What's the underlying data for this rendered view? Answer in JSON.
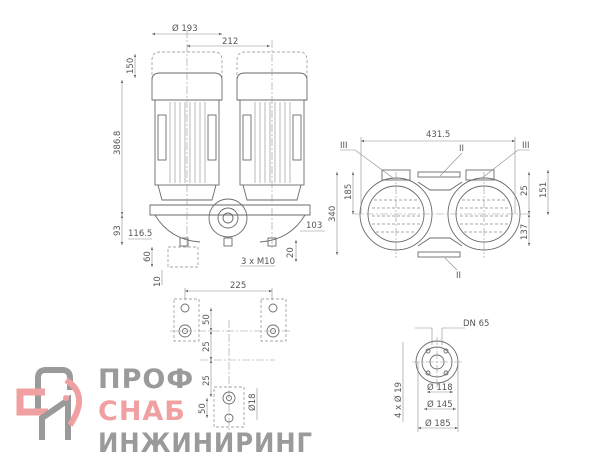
{
  "drawing": {
    "side_view": {
      "dims": {
        "motor_diameter": "Ø 193",
        "axis_distance": "212",
        "fan_height": "150",
        "motor_height": "386.8",
        "pump_height": "93",
        "offset": "116.5",
        "foot_height": "60",
        "foot_gap": "10",
        "right_offset": "103",
        "bolt_height": "20",
        "bolts": "3 x M10"
      }
    },
    "top_view": {
      "dims": {
        "total_width": "431.5",
        "total_height": "340",
        "left_height": "185",
        "d25": "25",
        "d151": "151",
        "d137": "137"
      },
      "markers": {
        "m3_left": "III",
        "m3_right": "III",
        "m2_top": "II",
        "m2_bottom": "II"
      }
    },
    "foundation": {
      "dims": {
        "width": "225",
        "d50_top": "50",
        "d25_a": "25",
        "d25_b": "25",
        "d50_bottom": "50",
        "hole": "Ø18"
      }
    },
    "flange": {
      "dims": {
        "dn": "DN 65",
        "d118": "Ø 118",
        "d145": "Ø 145",
        "d185": "Ø 185",
        "holes": "4 x Ø 19"
      }
    }
  },
  "watermark": {
    "line1": "ПРОФ",
    "line2": "СНАБ",
    "line3": "ИНЖИНИРИНГ"
  }
}
